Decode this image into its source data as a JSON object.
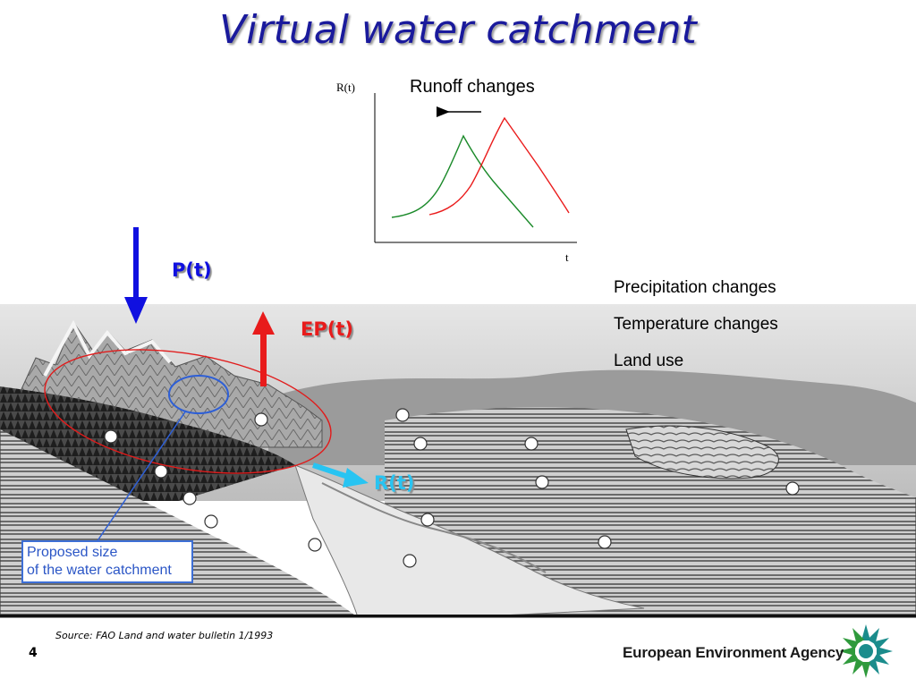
{
  "slide": {
    "title": "Virtual water catchment",
    "page_number": "4",
    "source": "Source: FAO Land and water bulletin 1/1993",
    "agency": "European Environment Agency"
  },
  "graph": {
    "title": "Runoff changes",
    "y_label": "R(t)",
    "x_label": "t",
    "series_colors": {
      "shifted": "#1b8a2a",
      "original": "#ea1c1c"
    }
  },
  "flows": {
    "precipitation": {
      "label": "P(t)",
      "color": "#1010e0"
    },
    "evapotranspiration": {
      "label": "EP(t)",
      "color": "#e81b1b"
    },
    "runoff": {
      "label": "R(t)",
      "color": "#28c4f2"
    }
  },
  "factors": [
    "Precipitation changes",
    "Temperature changes",
    "Land use"
  ],
  "catchment_callout": {
    "line1": "Proposed size",
    "line2": "of the water catchment"
  }
}
